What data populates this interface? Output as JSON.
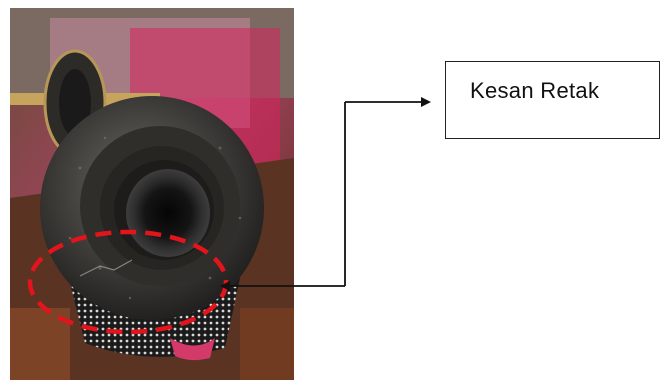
{
  "annotation": {
    "label": "Kesan Retak"
  },
  "photo": {
    "subject": "crack-mark-photo",
    "highlight": "dashed-ellipse"
  },
  "colors": {
    "highlight": "#e3141b",
    "connector": "#111111"
  }
}
